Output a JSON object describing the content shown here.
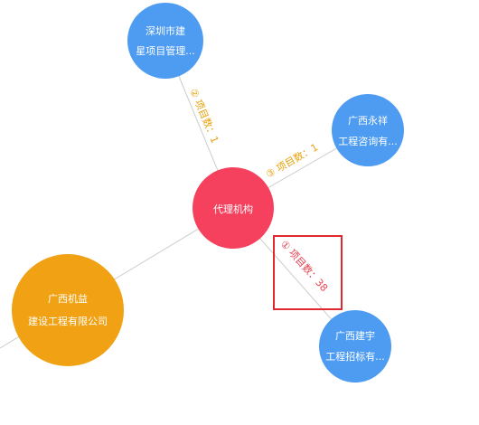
{
  "colors": {
    "center": "#f5415e",
    "blue": "#4e9cf2",
    "orange": "#f0a114",
    "edge": "#cccccc",
    "label_orange": "#e7a20d",
    "label_red": "#e8404e",
    "highlight_box": "#e0292f"
  },
  "center": {
    "label": "代理机构"
  },
  "nodes": [
    {
      "id": "shenzhen",
      "lines": [
        "深圳市建",
        "星项目管理..."
      ],
      "color": "blue"
    },
    {
      "id": "yongxiang",
      "lines": [
        "广西永祥",
        "工程咨询有..."
      ],
      "color": "blue"
    },
    {
      "id": "jianyu",
      "lines": [
        "广西建宇",
        "工程招标有..."
      ],
      "color": "blue"
    },
    {
      "id": "jiyi",
      "lines": [
        "广西机益",
        "建设工程有限公司"
      ],
      "color": "orange"
    }
  ],
  "edges": [
    {
      "to": "shenzhen",
      "label": "② 项目数：1"
    },
    {
      "to": "yongxiang",
      "label": "③ 项目数：1"
    },
    {
      "to": "jianyu",
      "label": "① 项目数：38"
    },
    {
      "to": "jiyi",
      "label": ""
    }
  ]
}
